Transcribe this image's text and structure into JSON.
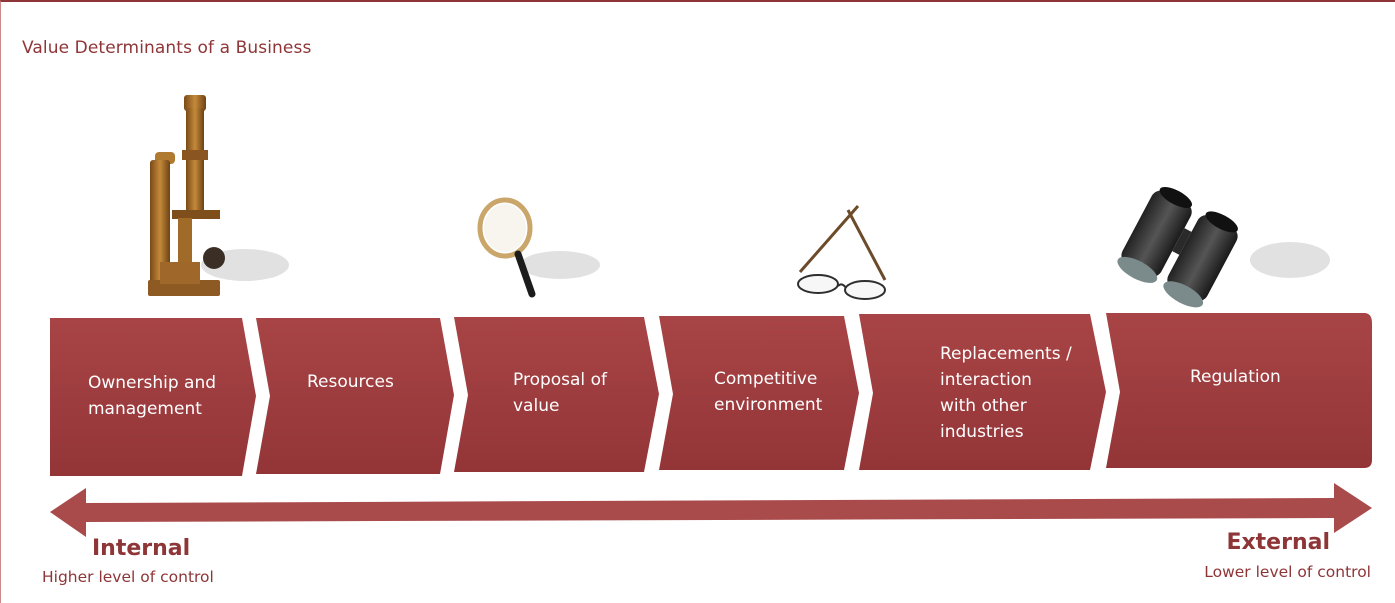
{
  "title": "Value Determinants of a Business",
  "colors": {
    "accent": "#8e3537",
    "chevron_fill": "#9e3a3c",
    "arrow_fill": "#a94a4b",
    "label_text": "#ffffff"
  },
  "steps": [
    {
      "label": "Ownership and\nmanagement",
      "icon": "microscope-icon"
    },
    {
      "label": "Resources",
      "icon": ""
    },
    {
      "label": "Proposal of\nvalue",
      "icon": "magnifying-glass-icon"
    },
    {
      "label": "Competitive\nenvironment",
      "icon": ""
    },
    {
      "label": "Replacements /\ninteraction\nwith other\nindustries",
      "icon": "eyeglasses-icon"
    },
    {
      "label": "Regulation",
      "icon": "binoculars-icon"
    }
  ],
  "axis": {
    "left_title": "Internal",
    "left_subtitle": "Higher level of control",
    "right_title": "External",
    "right_subtitle": "Lower level of control"
  }
}
